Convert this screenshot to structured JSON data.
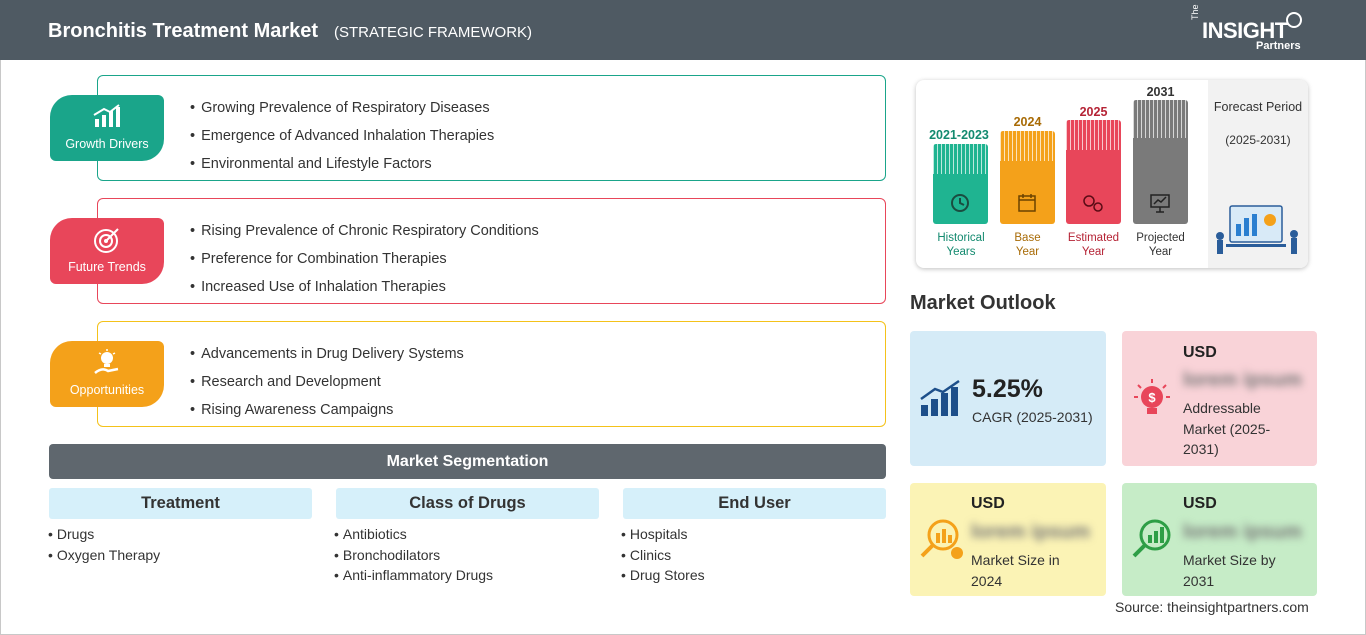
{
  "header": {
    "title": "Bronchitis Treatment Market",
    "subtitle": "(STRATEGIC FRAMEWORK)",
    "logo": {
      "the": "The",
      "insight": "INSIGHT",
      "partners": "Partners"
    }
  },
  "factors": [
    {
      "badge": "Growth Drivers",
      "color": "#1aa58a",
      "border": "#1aa58a",
      "icon": "bar-chart-growth-icon",
      "items": [
        "Growing Prevalence of Respiratory Diseases",
        "Emergence of Advanced Inhalation Therapies",
        "Environmental and Lifestyle Factors"
      ]
    },
    {
      "badge": "Future Trends",
      "color": "#e8465a",
      "border": "#e8465a",
      "icon": "target-icon",
      "items": [
        "Rising Prevalence of Chronic Respiratory Conditions",
        "Preference for Combination Therapies",
        "Increased Use of Inhalation Therapies"
      ]
    },
    {
      "badge": "Opportunities",
      "color": "#f4a11a",
      "border": "#f4a11a",
      "icon": "lightbulb-hand-icon",
      "items": [
        "Advancements in Drug Delivery Systems",
        "Research and Development",
        "Rising Awareness Campaigns"
      ]
    }
  ],
  "segmentation": {
    "title": "Market Segmentation",
    "columns": [
      {
        "head": "Treatment",
        "items": [
          "Drugs",
          "Oxygen Therapy"
        ]
      },
      {
        "head": "Class of Drugs",
        "items": [
          "Antibiotics",
          "Bronchodilators",
          "Anti-inflammatory Drugs"
        ]
      },
      {
        "head": "End User",
        "items": [
          "Hospitals",
          "Clinics",
          "Drug Stores"
        ]
      }
    ]
  },
  "timeline": {
    "bars": [
      {
        "year": "2021-2023",
        "caption1": "Historical",
        "caption2": "Years",
        "color": "#1fb491",
        "text_color": "#138a6f",
        "icon": "history-clock-icon"
      },
      {
        "year": "2024",
        "caption1": "Base",
        "caption2": "Year",
        "color": "#f4a11a",
        "text_color": "#a86b06",
        "icon": "calendar-icon"
      },
      {
        "year": "2025",
        "caption1": "Estimated",
        "caption2": "Year",
        "color": "#e8465a",
        "text_color": "#b52335",
        "icon": "gears-icon"
      },
      {
        "year": "2031",
        "caption1": "Projected",
        "caption2": "Year",
        "color": "#7a7a7a",
        "text_color": "#333333",
        "icon": "presentation-board-icon"
      }
    ],
    "forecast_title": "Forecast Period",
    "forecast_range": "(2025-2031)"
  },
  "outlook": {
    "title": "Market Outlook",
    "cagr": {
      "value": "5.25%",
      "label": "CAGR (2025-2031)",
      "bg": "#d5ebf7",
      "icon": "growth-bars-icon"
    },
    "addressable": {
      "usd": "USD",
      "value": "lorem ipsum",
      "label": "Addressable Market (2025-2031)",
      "bg": "#f9d3d8",
      "icon": "money-bulb-icon"
    },
    "size2024": {
      "usd": "USD",
      "value": "lorem ipsum",
      "label": "Market Size in 2024",
      "bg": "#fbf3b5",
      "icon": "magnifier-chart-icon"
    },
    "size2031": {
      "usd": "USD",
      "value": "lorem ipsum",
      "label": "Market Size by 2031",
      "bg": "#c6ecc7",
      "icon": "magnifier-growth-icon"
    }
  },
  "source": "Source: theinsightpartners.com"
}
